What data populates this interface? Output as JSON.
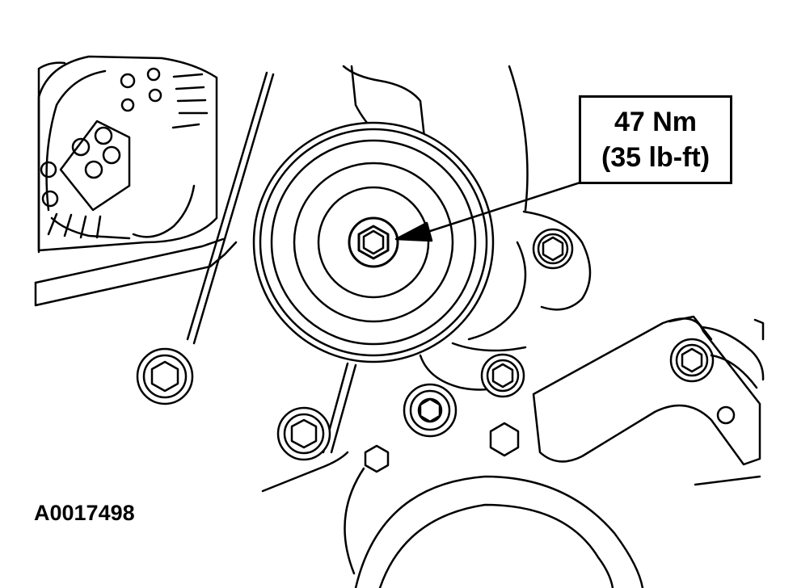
{
  "callout": {
    "torque_metric": "47 Nm",
    "torque_imperial": "(35 lb-ft)"
  },
  "figure_id": "A0017498",
  "colors": {
    "line": "#000000",
    "background": "#ffffff"
  }
}
